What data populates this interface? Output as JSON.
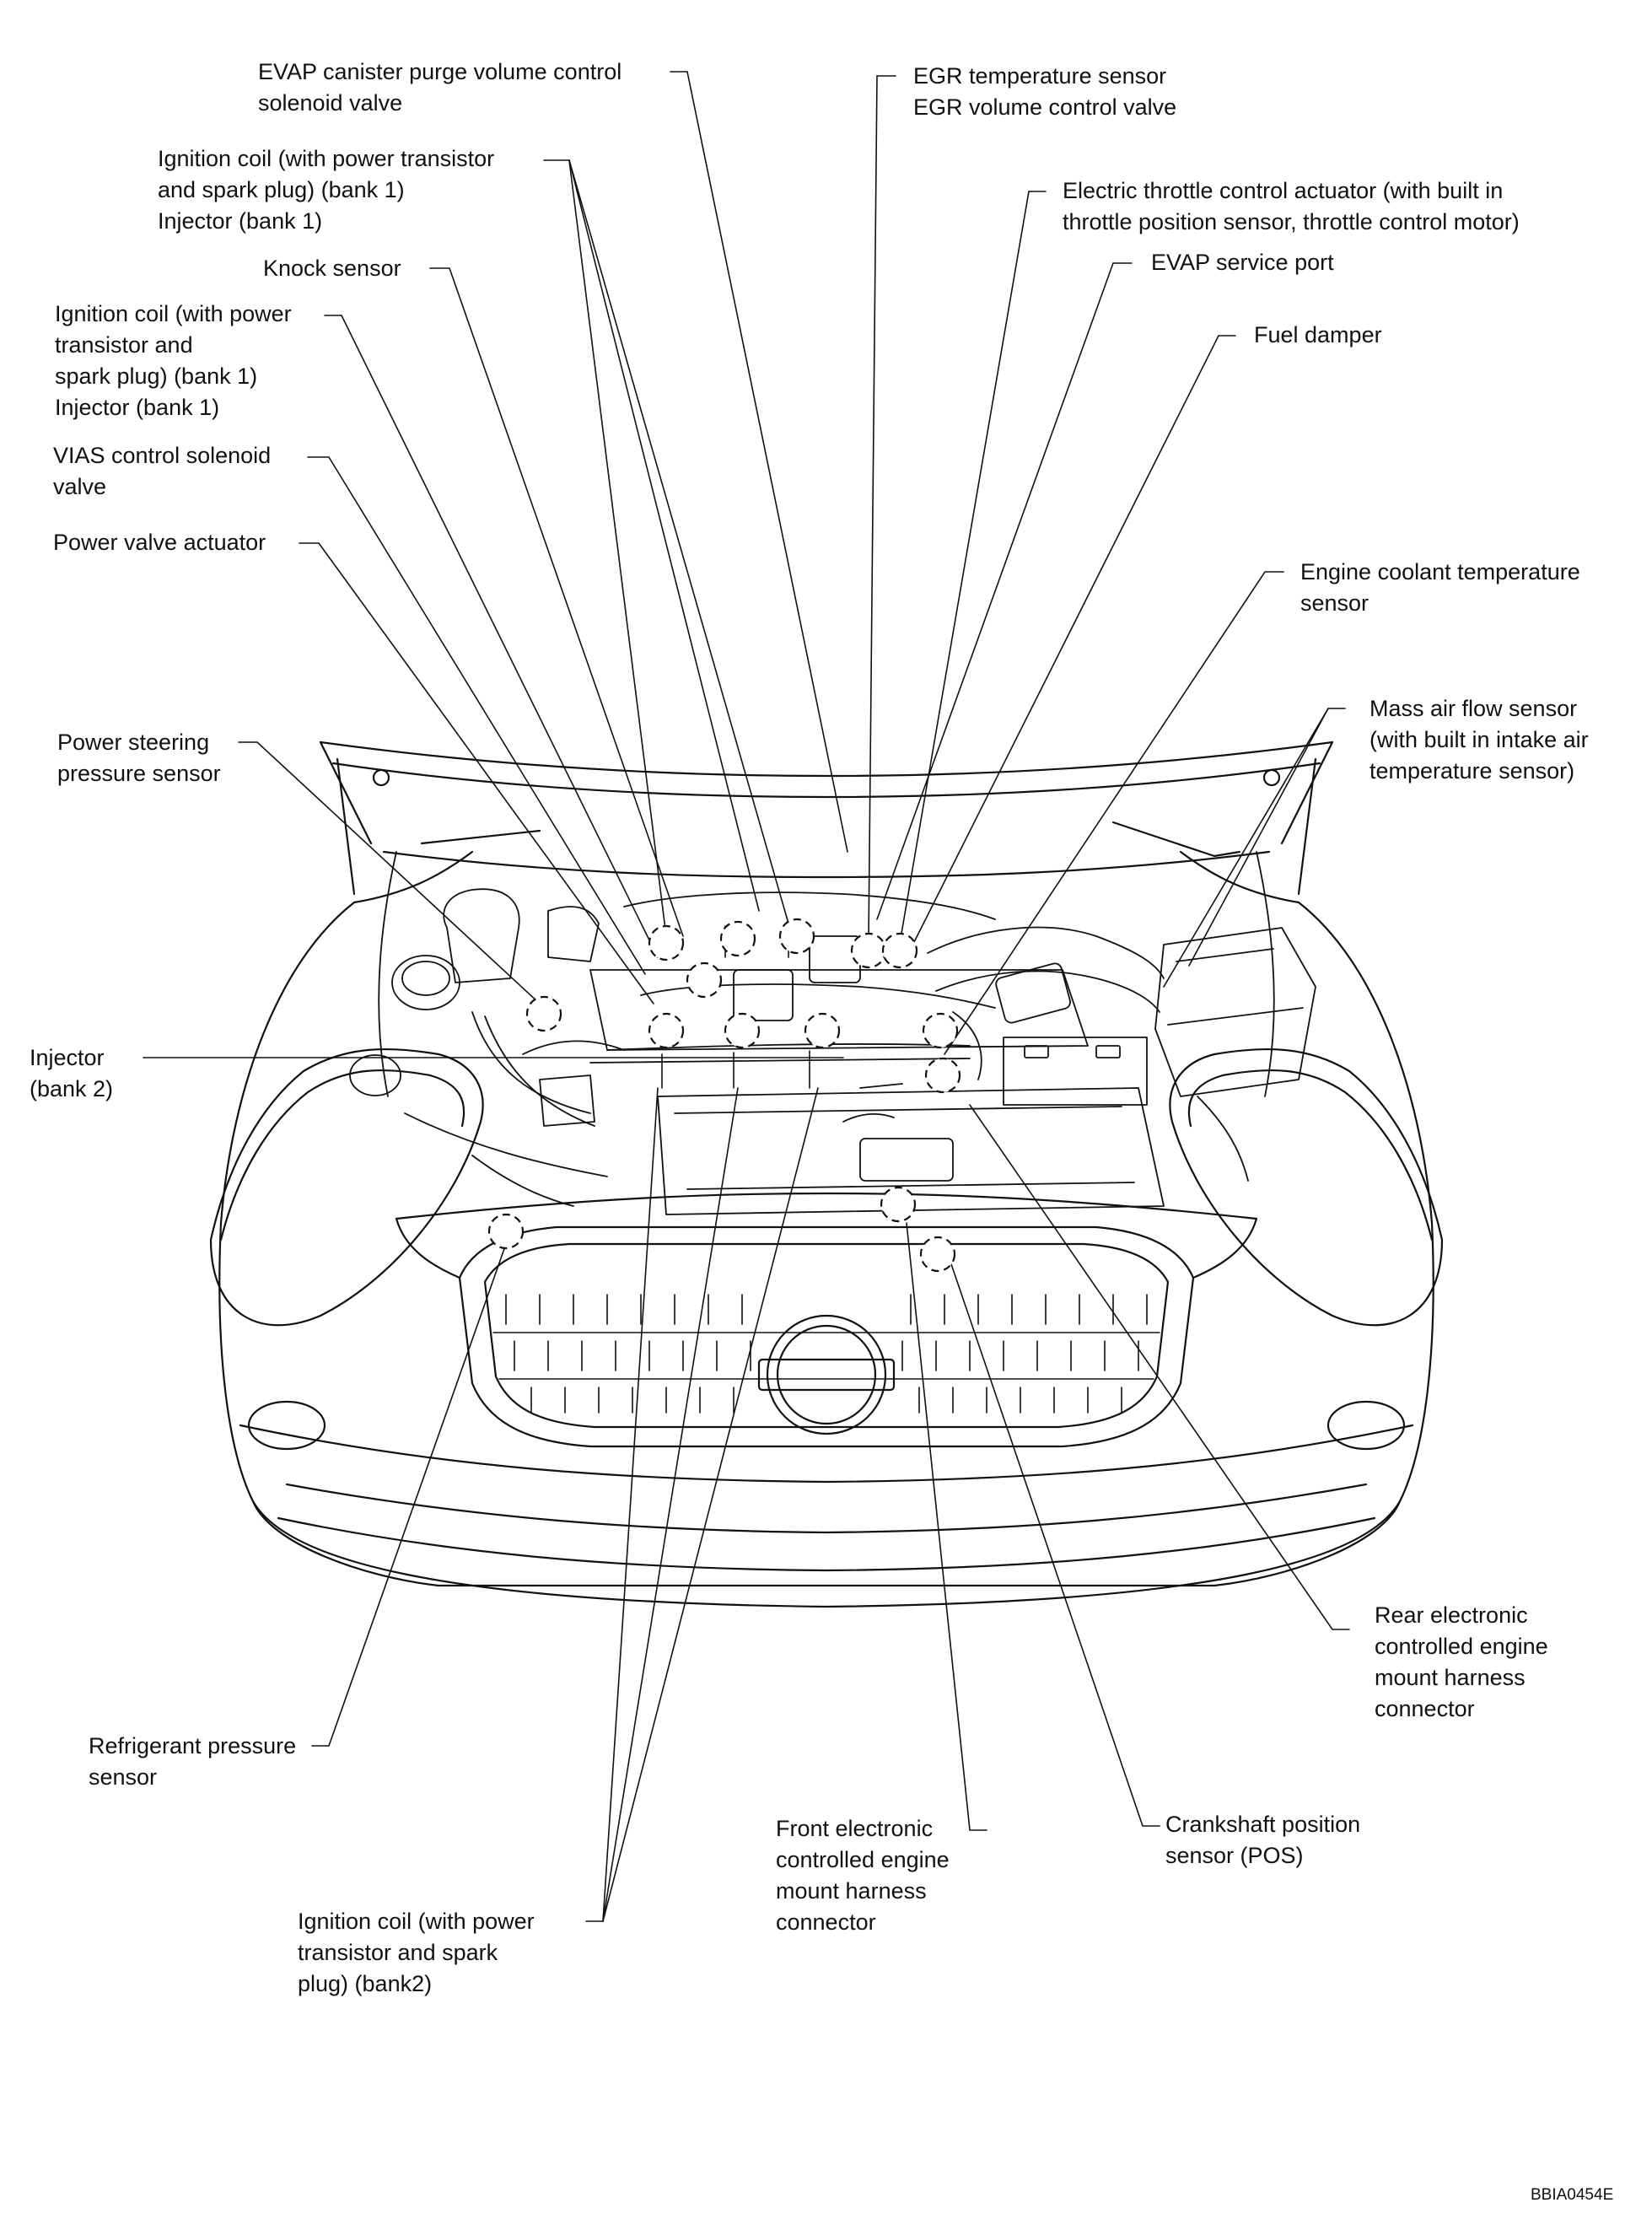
{
  "figure_code": "BBIA0454E",
  "labels": {
    "evap_purge": [
      "EVAP canister purge volume control",
      "solenoid valve"
    ],
    "ign_coil_bank1_a": [
      "Ignition coil (with power transistor",
      "and spark plug) (bank 1)",
      "Injector (bank 1)"
    ],
    "knock_sensor": [
      "Knock sensor"
    ],
    "ign_coil_bank1_b": [
      "Ignition coil (with power",
      "transistor and",
      "spark plug) (bank 1)",
      "Injector (bank 1)"
    ],
    "vias": [
      "VIAS control solenoid",
      "valve"
    ],
    "power_valve": [
      "Power valve actuator"
    ],
    "ps_pressure": [
      "Power steering",
      "pressure sensor"
    ],
    "injector_bank2": [
      "Injector",
      "(bank 2)"
    ],
    "refrigerant": [
      "Refrigerant pressure",
      "sensor"
    ],
    "ign_coil_bank2": [
      "Ignition coil (with power",
      "transistor and spark",
      "plug) (bank2)"
    ],
    "egr": [
      "EGR temperature sensor",
      "EGR volume control valve"
    ],
    "throttle": [
      "Electric throttle control actuator (with built in",
      "throttle position sensor, throttle control motor)"
    ],
    "evap_port": [
      "EVAP service port"
    ],
    "fuel_damper": [
      "Fuel damper"
    ],
    "coolant": [
      "Engine coolant temperature",
      "sensor"
    ],
    "maf": [
      "Mass air flow sensor",
      "(with built in intake air",
      "temperature sensor)"
    ],
    "rear_mount": [
      "Rear electronic",
      "controlled engine",
      "mount harness",
      "connector"
    ],
    "crank": [
      "Crankshaft position",
      "sensor (POS)"
    ],
    "front_mount": [
      "Front electronic",
      "controlled engine",
      "mount harness",
      "connector"
    ]
  }
}
